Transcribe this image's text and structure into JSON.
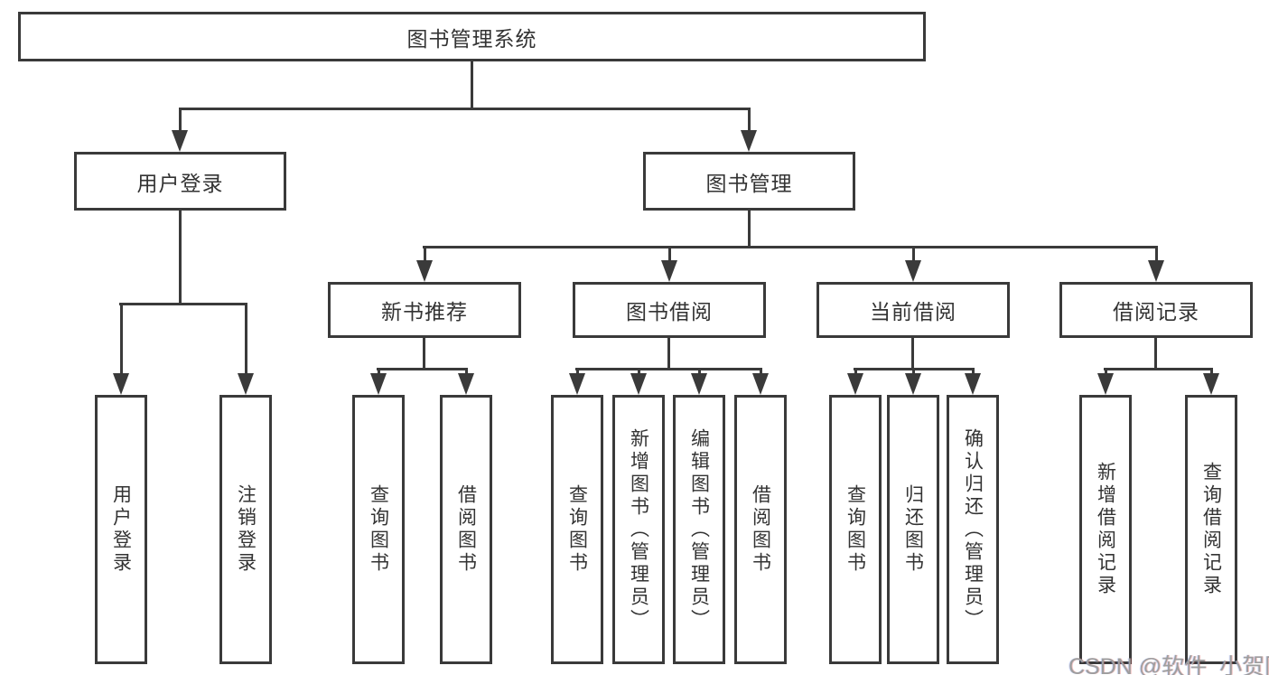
{
  "tree": {
    "root": {
      "label": "图书管理系统"
    },
    "branches": [
      {
        "label": "用户登录",
        "children": [
          {
            "label": "用户登录"
          },
          {
            "label": "注销登录"
          }
        ]
      },
      {
        "label": "图书管理",
        "children": [
          {
            "label": "新书推荐",
            "children": [
              {
                "label": "查询图书"
              },
              {
                "label": "借阅图书"
              }
            ]
          },
          {
            "label": "图书借阅",
            "children": [
              {
                "label": "查询图书"
              },
              {
                "label": "新增图书（管理员）"
              },
              {
                "label": "编辑图书（管理员）"
              },
              {
                "label": "借阅图书"
              }
            ]
          },
          {
            "label": "当前借阅",
            "children": [
              {
                "label": "查询图书"
              },
              {
                "label": "归还图书"
              },
              {
                "label": "确认归还（管理员）"
              }
            ]
          },
          {
            "label": "借阅记录",
            "children": [
              {
                "label": "新增借阅记录"
              },
              {
                "label": "查询借阅记录"
              }
            ]
          }
        ]
      }
    ]
  },
  "watermark": {
    "text": "CSDN @软件_小贺同学"
  },
  "colors": {
    "line": "#3a3a3a",
    "text": "#333333",
    "canvas": "#ffffff",
    "watermark": "#9e9e9e"
  }
}
